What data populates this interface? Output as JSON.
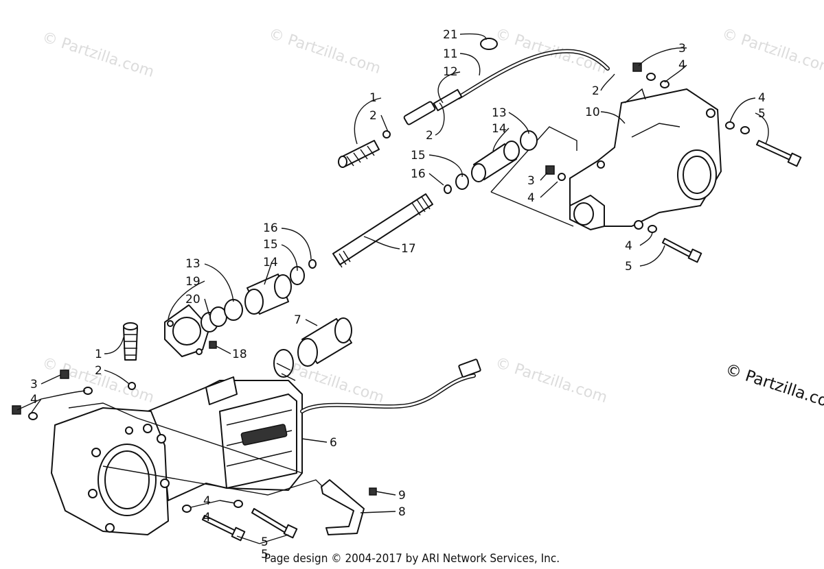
{
  "watermark_text": "© Partzilla.com",
  "copyright_text": "© Partzilla.com",
  "footer_text": "Page design © 2004-2017 by ARI Network Services, Inc.",
  "callouts": [
    "21",
    "11",
    "12",
    "1",
    "2",
    "2",
    "3",
    "4",
    "2",
    "10",
    "4",
    "5",
    "13",
    "14",
    "15",
    "16",
    "3",
    "4",
    "4",
    "5",
    "16",
    "15",
    "17",
    "13",
    "19",
    "20",
    "14",
    "7",
    "1",
    "18",
    "2",
    "3",
    "4",
    "4",
    "6",
    "9",
    "8",
    "4",
    "5",
    "5"
  ],
  "colors": {
    "ink": "#111111",
    "watermark": "#dcdcdc",
    "background": "#ffffff"
  }
}
